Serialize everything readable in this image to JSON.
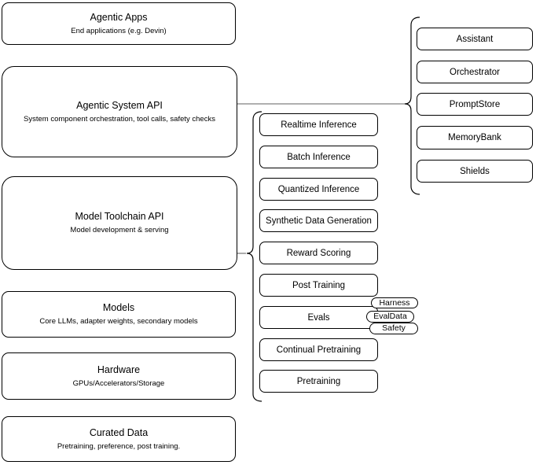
{
  "diagram": {
    "stack": [
      {
        "title": "Agentic Apps",
        "subtitle": "End applications (e.g. Devin)"
      },
      {
        "title": "Agentic System API",
        "subtitle": "System component orchestration, tool calls, safety checks"
      },
      {
        "title": "Model Toolchain API",
        "subtitle": "Model development & serving"
      },
      {
        "title": "Models",
        "subtitle": "Core LLMs, adapter weights, secondary models"
      },
      {
        "title": "Hardware",
        "subtitle": "GPUs/Accelerators/Storage"
      },
      {
        "title": "Curated Data",
        "subtitle": "Pretraining, preference, post training."
      }
    ],
    "toolchain_services": [
      "Realtime Inference",
      "Batch Inference",
      "Quantized Inference",
      "Synthetic Data Generation",
      "Reward Scoring",
      "Post Training",
      "Evals",
      "Continual Pretraining",
      "Pretraining"
    ],
    "eval_suites": [
      "Harness",
      "EvalData",
      "Safety"
    ],
    "system_components": [
      "Assistant",
      "Orchestrator",
      "PromptStore",
      "MemoryBank",
      "Shields"
    ],
    "colors": {
      "node_border": "#000000",
      "node_fill": "#ffffff",
      "connector": "#808080",
      "text": "#000000"
    }
  }
}
